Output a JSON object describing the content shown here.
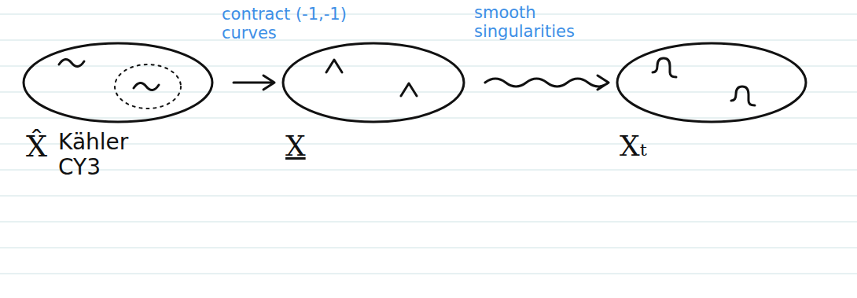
{
  "diagram": {
    "nodes": [
      {
        "text": [
          "X̂",
          "Kähler CY3"
        ]
      },
      {
        "text": [
          "X"
        ]
      },
      {
        "text": [
          "Xₜ"
        ]
      }
    ],
    "edges": [
      {
        "from": 0,
        "to": 1,
        "arrow": "to",
        "label": "contract (-1,-1) curves"
      },
      {
        "from": 1,
        "to": 2,
        "arrow": "to",
        "label": "smooth singularities"
      }
    ]
  }
}
